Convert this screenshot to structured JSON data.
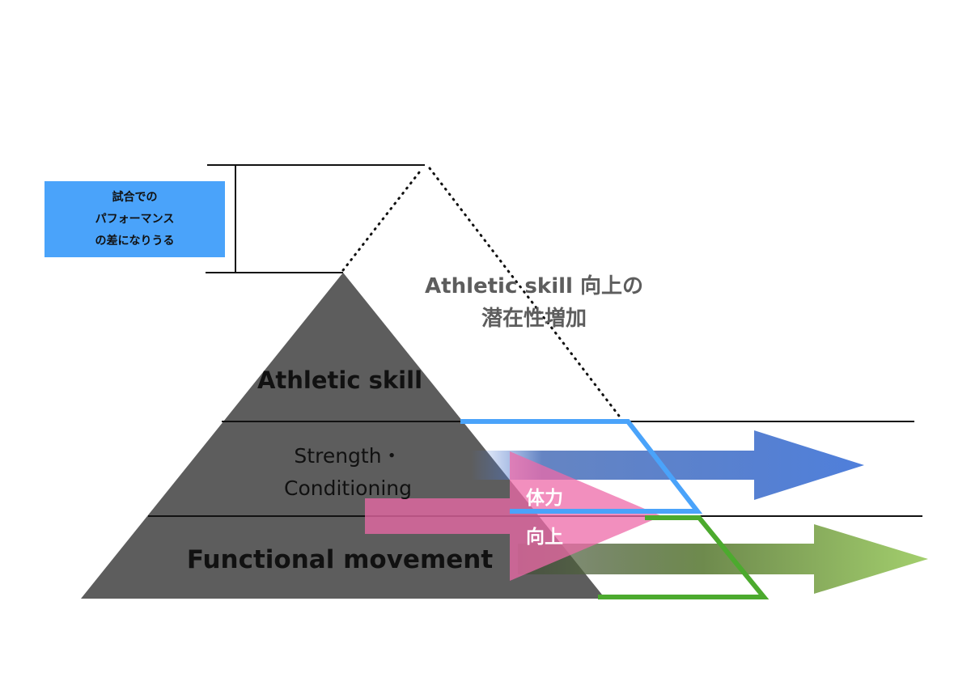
{
  "callout": {
    "lines": [
      "試合での",
      "パフォーマンス",
      "の差になりうる"
    ],
    "color": "#4aa3fa"
  },
  "potential_label": {
    "lines": [
      "Athletic skill 向上の",
      "潜在性増加"
    ]
  },
  "pyramid": {
    "color": "#5d5d5d",
    "levels": [
      {
        "name": "athletic",
        "lines": [
          "Athletic skill"
        ]
      },
      {
        "name": "strength",
        "lines": [
          "Strength・",
          "Conditioning"
        ]
      },
      {
        "name": "functional",
        "lines": [
          "Functional movement"
        ]
      }
    ]
  },
  "fitness_arrow": {
    "lines": [
      "体力",
      "向上"
    ],
    "color": "#ee6aa8"
  },
  "colors": {
    "strength_outline": "#4aa3fa",
    "functional_outline": "#4caa2e",
    "blue_arrow": "#4f7fdb",
    "green_arrow": "#92c05e"
  }
}
